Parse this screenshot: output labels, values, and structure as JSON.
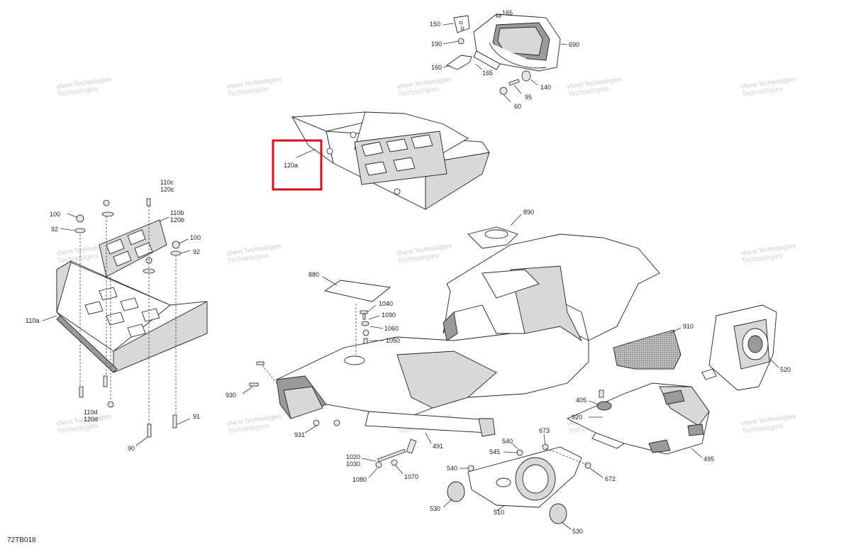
{
  "diagram_ref": "72TB018",
  "watermark": {
    "line1": "vNext Technologies",
    "line2": "Technologies"
  },
  "highlight_color": "#d0121b",
  "callouts": [
    {
      "id": "165a",
      "text": "165"
    },
    {
      "id": "150",
      "text": "150"
    },
    {
      "id": "190",
      "text": "190"
    },
    {
      "id": "690",
      "text": "690"
    },
    {
      "id": "160",
      "text": "160"
    },
    {
      "id": "165b",
      "text": "165"
    },
    {
      "id": "140",
      "text": "140"
    },
    {
      "id": "95",
      "text": "95"
    },
    {
      "id": "60",
      "text": "60"
    },
    {
      "id": "120a",
      "text": "120a"
    },
    {
      "id": "110c",
      "text": "110c"
    },
    {
      "id": "120c",
      "text": "120c"
    },
    {
      "id": "100a",
      "text": "100"
    },
    {
      "id": "92a",
      "text": "92"
    },
    {
      "id": "110b",
      "text": "110b"
    },
    {
      "id": "120b",
      "text": "120b"
    },
    {
      "id": "100b",
      "text": "100"
    },
    {
      "id": "92b",
      "text": "92"
    },
    {
      "id": "110a",
      "text": "110a"
    },
    {
      "id": "110d",
      "text": "110d"
    },
    {
      "id": "120d",
      "text": "120d"
    },
    {
      "id": "91",
      "text": "91"
    },
    {
      "id": "90",
      "text": "90"
    },
    {
      "id": "890",
      "text": "890"
    },
    {
      "id": "880",
      "text": "880"
    },
    {
      "id": "1040",
      "text": "1040"
    },
    {
      "id": "1090",
      "text": "1090"
    },
    {
      "id": "1060",
      "text": "1060"
    },
    {
      "id": "1050",
      "text": "1050"
    },
    {
      "id": "910",
      "text": "910"
    },
    {
      "id": "520",
      "text": "520"
    },
    {
      "id": "930",
      "text": "930"
    },
    {
      "id": "931",
      "text": "931"
    },
    {
      "id": "491",
      "text": "491"
    },
    {
      "id": "405",
      "text": "405"
    },
    {
      "id": "920",
      "text": "920"
    },
    {
      "id": "495",
      "text": "495"
    },
    {
      "id": "673",
      "text": "673"
    },
    {
      "id": "540a",
      "text": "540"
    },
    {
      "id": "545",
      "text": "545"
    },
    {
      "id": "540b",
      "text": "540"
    },
    {
      "id": "672",
      "text": "672"
    },
    {
      "id": "1020",
      "text": "1020"
    },
    {
      "id": "1030",
      "text": "1030"
    },
    {
      "id": "1070",
      "text": "1070"
    },
    {
      "id": "1080",
      "text": "1080"
    },
    {
      "id": "530a",
      "text": "530"
    },
    {
      "id": "510",
      "text": "510"
    },
    {
      "id": "530b",
      "text": "530"
    }
  ]
}
